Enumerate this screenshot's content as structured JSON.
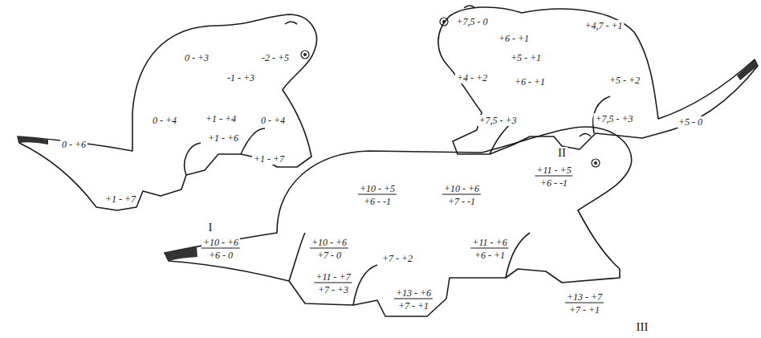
{
  "diagram": {
    "labels": [
      "0 - +6",
      "0 - +3",
      "-1 - +3",
      "-2 - +5",
      "0 - +4",
      "+1 - +4",
      "0 - +4",
      "+1 - +6",
      "+1 - +7",
      "+1 - +7",
      "I",
      "+7,5 - 0",
      "+6 - +1",
      "+4,7 - +1",
      "+5 - +1",
      "+4 - +2",
      "+6 - +1",
      "+5 - +2",
      "+7,5 - +3",
      "+7,5 - +3",
      "+5 - 0",
      "II",
      "+10 - +6",
      "+6 - 0",
      "+10 - +5",
      "+6 - -1",
      "+10 - +6",
      "+7 - -1",
      "+11 - +5",
      "+6 - -1",
      "+10 - +6",
      "+7 - 0",
      "+7 - +2",
      "+11 - +6",
      "+6 - +1",
      "+11 - +7",
      "+7 - +3",
      "+13 - +6",
      "+7 - +1",
      "+13 - +7",
      "+7 - +1",
      "III"
    ]
  }
}
